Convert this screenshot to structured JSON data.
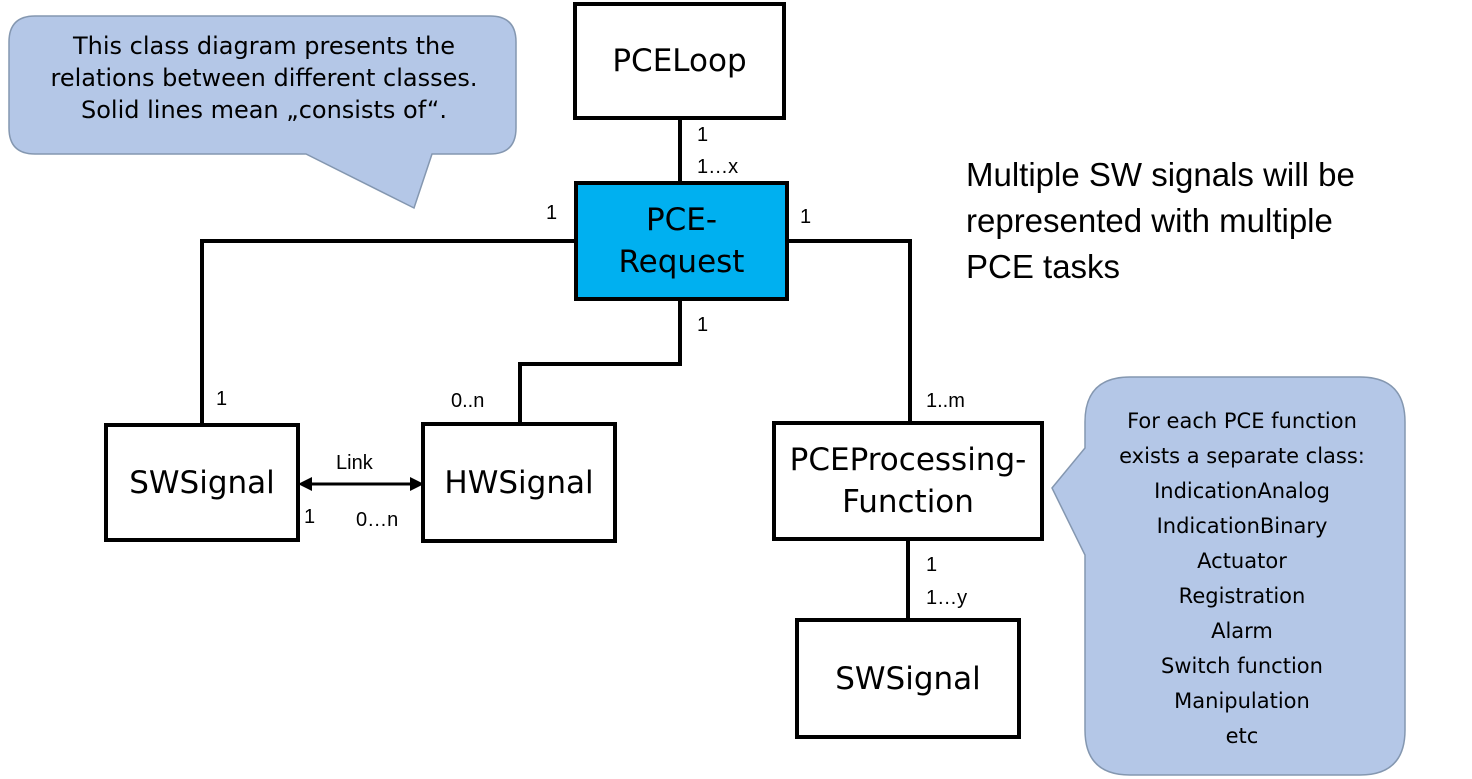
{
  "classes": {
    "pce_loop": "PCELoop",
    "pce_request": "PCE-\nRequest",
    "sw_signal_left": "SWSignal",
    "hw_signal": "HWSignal",
    "processing_function": "PCEProcessing-\nFunction",
    "sw_signal_bottom": "SWSignal"
  },
  "multiplicities": {
    "loop_end": "1",
    "request_top": "1…x",
    "request_left": "1",
    "request_right": "1",
    "request_bottom": "1",
    "sw_signal_top": "1",
    "hw_signal_top": "0..n",
    "processing_top": "1..m",
    "link_sw_end": "1",
    "link_hw_end": "0…n",
    "processing_bottom": "1",
    "sw_bottom_top": "1…y"
  },
  "link_label": "Link",
  "notes": {
    "left": [
      "This class diagram presents the",
      "relations between different classes.",
      "Solid lines mean „consists of“."
    ],
    "middle": [
      "Multiple SW signals will be",
      "represented with multiple",
      "PCE tasks"
    ],
    "right": [
      "For each PCE function",
      "exists a separate class:",
      "IndicationAnalog",
      "IndicationBinary",
      "Actuator",
      "Registration",
      "Alarm",
      "Switch function",
      "Manipulation",
      "etc"
    ]
  },
  "colors": {
    "highlight": "#00b0f0",
    "callout_fill": "#b4c7e7",
    "callout_stroke": "#8497b0",
    "line": "#000000"
  }
}
